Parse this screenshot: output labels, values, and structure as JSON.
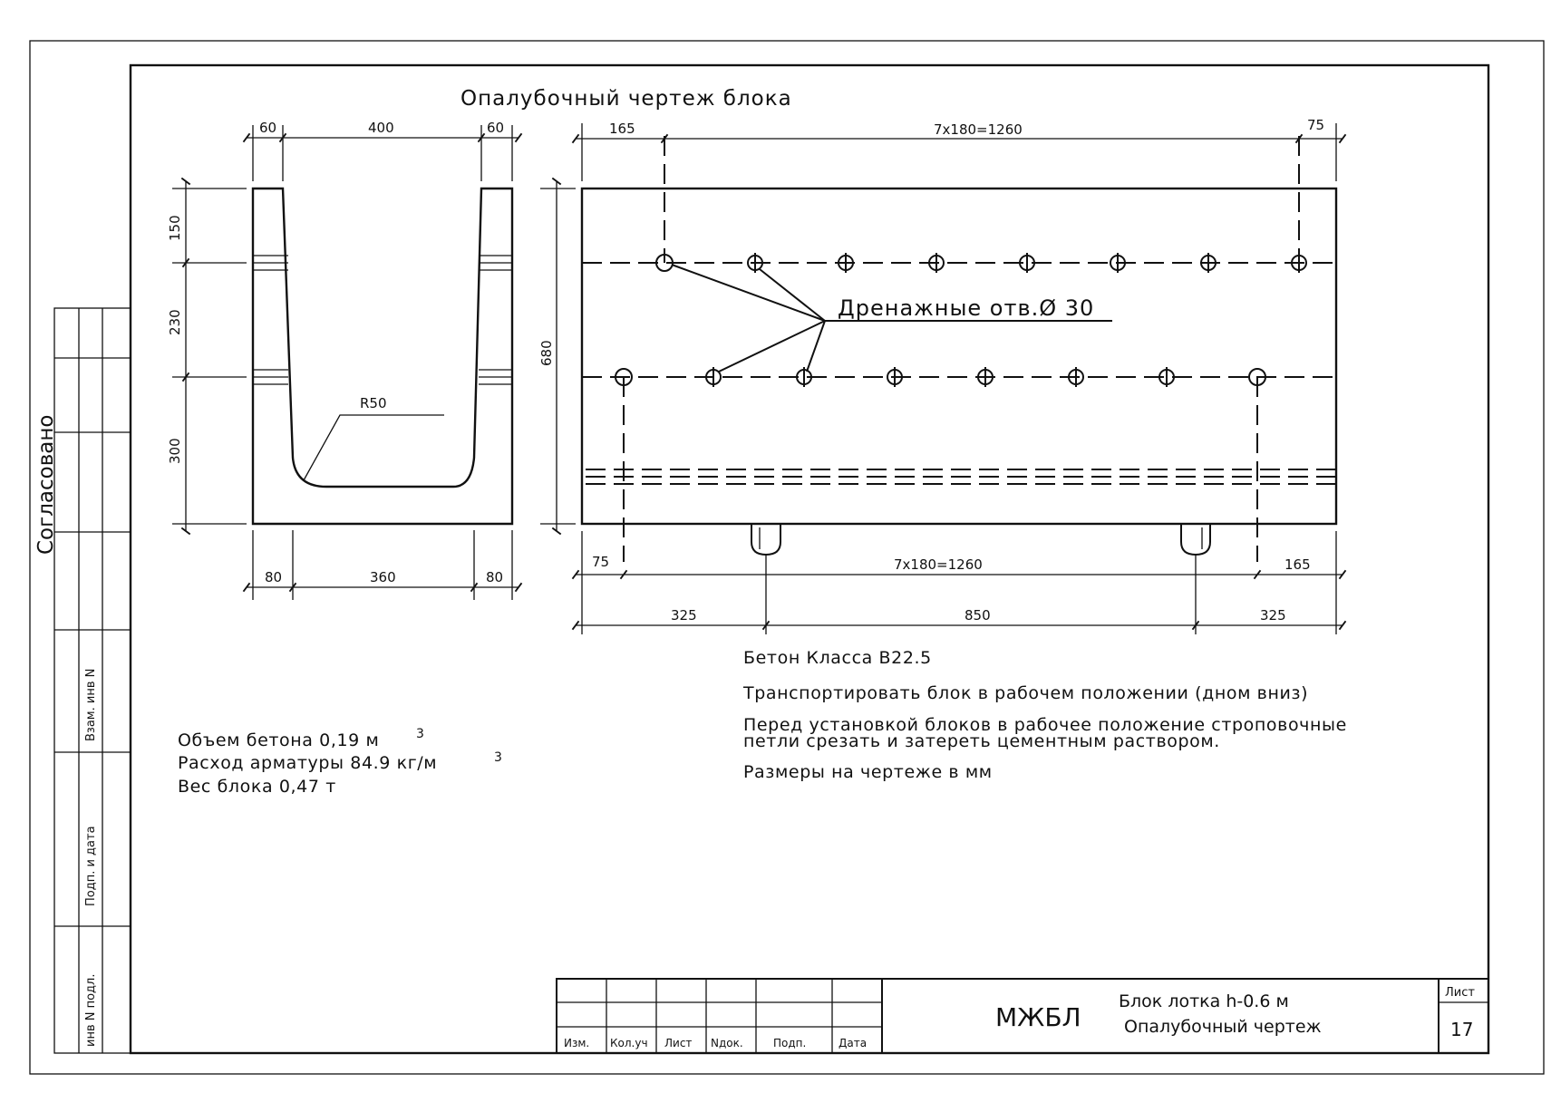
{
  "drawing_title": "Опалубочный чертеж блока",
  "approval_stamp": "Согласовано",
  "side_columns": [
    "Взам. инв N",
    "Подп. и дата",
    "инв N подл."
  ],
  "section_view": {
    "top_dims": [
      "60",
      "400",
      "60"
    ],
    "bottom_dims": [
      "80",
      "360",
      "80"
    ],
    "height_dims": [
      "150",
      "230",
      "300"
    ],
    "radius_label": "R50"
  },
  "plan_view": {
    "top_dims": [
      "165",
      "7x180=1260",
      "75"
    ],
    "height_dim": "680",
    "drain_label": "Дренажные отв.Ø 30",
    "bottom_dims_row1": [
      "75",
      "7x180=1260",
      "165"
    ],
    "bottom_dims_row2": [
      "325",
      "850",
      "325"
    ]
  },
  "notes": [
    "Бетон Класса B22.5",
    "Транспортировать блок в рабочем положении (дном вниз)",
    "Перед установкой блоков в рабочее положение строповочные",
    "петли срезать и затереть цементным раствором.",
    "Размеры на чертеже в мм"
  ],
  "specs": {
    "concrete_volume": "Объем бетона 0,19 м",
    "reinforcement": "Расход арматуры 84.9 кг/м",
    "sup": "3",
    "weight": "Вес блока 0,47 т"
  },
  "title_block": {
    "headers": [
      "Изм.",
      "Кол.уч",
      "Лист",
      "Nдок.",
      "Подп.",
      "Дата"
    ],
    "code": "МЖБЛ",
    "name_line1": "Блок лотка h-0.6 м",
    "name_line2": "Опалубочный чертеж",
    "sheet_label": "Лист",
    "sheet_number": "17"
  }
}
